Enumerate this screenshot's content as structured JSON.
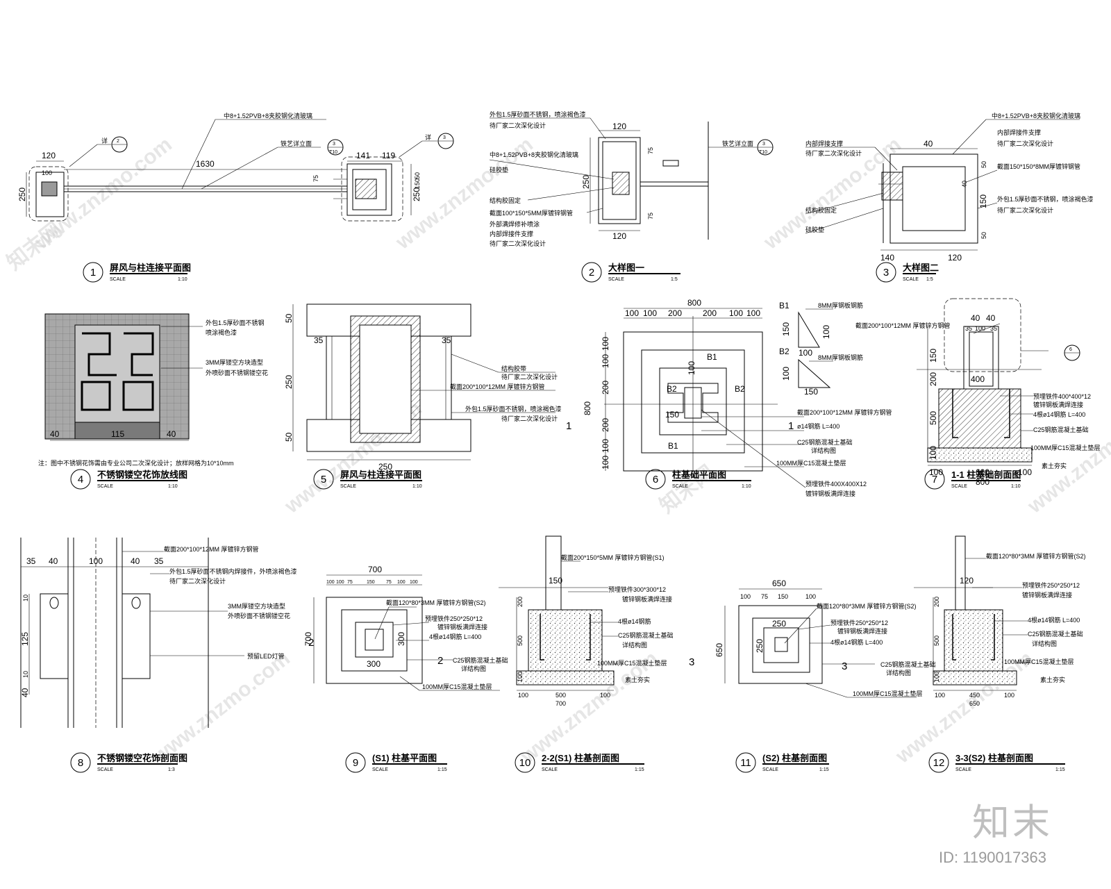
{
  "drawings": [
    {
      "num": "1",
      "title": "屏风与柱连接平面图",
      "scale_label": "SCALE",
      "scale": "1:10"
    },
    {
      "num": "2",
      "title": "大样图一",
      "scale_label": "SCALE",
      "scale": "1:5"
    },
    {
      "num": "3",
      "title": "大样图二",
      "scale_label": "SCALE",
      "scale": "1:5"
    },
    {
      "num": "4",
      "title": "不锈钢镂空花饰放线图",
      "scale_label": "SCALE",
      "scale": "1:10"
    },
    {
      "num": "5",
      "title": "屏风与柱连接平面图",
      "scale_label": "SCALE",
      "scale": "1:10"
    },
    {
      "num": "6",
      "title": "柱基础平面图",
      "scale_label": "SCALE",
      "scale": "1:10"
    },
    {
      "num": "7",
      "title": "1-1 柱基础剖面图",
      "scale_label": "SCALE",
      "scale": "1:10"
    },
    {
      "num": "8",
      "title": "不锈钢镂空花饰剖面图",
      "scale_label": "SCALE",
      "scale": "1:3"
    },
    {
      "num": "9",
      "title": "(S1) 柱基平面图",
      "scale_label": "SCALE",
      "scale": "1:15"
    },
    {
      "num": "10",
      "title": "2-2(S1) 柱基剖面图",
      "scale_label": "SCALE",
      "scale": "1:15"
    },
    {
      "num": "11",
      "title": "(S2) 柱基剖面图",
      "scale_label": "SCALE",
      "scale": "1:15"
    },
    {
      "num": "12",
      "title": "3-3(S2) 柱基剖面图",
      "scale_label": "SCALE",
      "scale": "1:15"
    }
  ],
  "d1": {
    "callout_left": "详",
    "ref_left": "2",
    "ref_right": "3",
    "ref_sheet": "T10",
    "glass": "中8+1.52PVB+8夹胶钢化清玻璃",
    "elev": "铁艺详立面",
    "dims": {
      "a": "120",
      "b": "100",
      "c": "1630",
      "d": "141",
      "e": "119",
      "f": "250",
      "g": "250",
      "h": "75",
      "i": "150",
      "j": "50"
    }
  },
  "d2": {
    "note1": "外包1.5厚砂面不锈钢，喷涂褐色漆",
    "note1b": "待厂家二次深化设计",
    "note2": "中8+1.52PVB+8夹胶钢化清玻璃",
    "note3": "硅胶垫",
    "note4": "结构胶固定",
    "note5": "截面100*150*5MM厚镀锌钢管",
    "note6": "外部满焊修补喷涂",
    "note7": "内部焊接件支撑",
    "note8": "待厂家二次深化设计",
    "elev": "铁艺详立面",
    "ref": "3",
    "ref_sheet": "T10",
    "dims": {
      "top": "120",
      "bot": "120",
      "h": "250",
      "s1": "75",
      "s2": "75"
    }
  },
  "d3": {
    "note1": "中8+1.52PVB+8夹胶钢化清玻璃",
    "note2": "内部焊接件支撑",
    "note3": "待厂家二次深化设计",
    "note4": "截面150*150*8MM厚镀锌钢管",
    "note5": "外包1.5厚砂面不锈钢，喷涂褐色漆",
    "note6": "待厂家二次深化设计",
    "note7": "内部焊接支撑",
    "note8": "待厂家二次深化设计",
    "note9": "结构胶固定",
    "note10": "硅胶垫",
    "dims": {
      "a": "140",
      "b": "120",
      "c": "150",
      "d": "40",
      "e": "40",
      "f": "50",
      "g": "50"
    }
  },
  "d4": {
    "note1": "外包1.5厚砂面不锈钢",
    "note1b": "喷涂褐色漆",
    "note2": "3MM厚镂空方块造型",
    "note2b": "外喷砂面不锈钢镂空花",
    "footnote": "注：图中不锈钢花饰需由专业公司二次深化设计；放样网格为10*10mm",
    "dims": {
      "a": "40",
      "b": "115",
      "c": "40"
    }
  },
  "d5": {
    "note1": "结构胶带",
    "note1b": "待厂家二次深化设计",
    "note2": "截面200*100*12MM 厚镀锌方钢管",
    "note3": "外包1.5厚砂面不锈钢，喷涂褐色漆",
    "note3b": "待厂家二次深化设计",
    "dims": {
      "w": "250",
      "h": "250",
      "t": "50",
      "b": "50",
      "s": "35",
      "s2": "35"
    }
  },
  "d6": {
    "top": "800",
    "sub": [
      "100",
      "100",
      "200",
      "200",
      "100",
      "100"
    ],
    "left": "800",
    "b1": "B1",
    "b2": "B2",
    "plate1": "8MM厚钢板钢筋",
    "plate2": "8MM厚钢板钢筋",
    "pipe": "截面200*100*12MM 厚镀锌方钢管",
    "rebar": "ø14钢筋 L=400",
    "c25": "C25钢筋混凝土基础",
    "c25b": "详结构图",
    "c15": "100MM厚C15混凝土垫层",
    "embed": "预埋铁件400X400X12",
    "embedb": "镀锌钢板满焊连接",
    "sec": "1",
    "dims": {
      "v150": "150",
      "v100": "100",
      "h150": "150",
      "h100": "100",
      "d150": "150",
      "d100": "100"
    }
  },
  "d7": {
    "pipe": "截面200*100*12MM 厚镀锌方钢管",
    "embed": "预埋铁件400*400*12",
    "embedb": "镀锌钢板满焊连接",
    "rebar": "4根ø14钢筋 L=400",
    "c25": "C25钢筋混凝土基础",
    "c15": "100MM厚C15混凝土垫层",
    "soil": "素土夯实",
    "ref": "6",
    "top": [
      "40",
      "40"
    ],
    "sub": [
      "35",
      "100",
      "35"
    ],
    "dims": {
      "a": "150",
      "b": "200",
      "c": "500",
      "d": "100",
      "e": "600",
      "f": "800",
      "g": "100",
      "h": "100",
      "i": "400"
    }
  },
  "d8": {
    "note1": "截面200*100*12MM 厚镀锌方钢管",
    "note2": "外包1.5厚砂面不锈钢内焊接件，外喷涂褐色漆",
    "note2b": "待厂家二次深化设计",
    "note3": "3MM厚镂空方块造型",
    "note3b": "外喷砂面不锈钢镂空花",
    "led": "预留LED灯管",
    "dims": {
      "a": "35",
      "b": "40",
      "c": "100",
      "d": "40",
      "e": "35",
      "f": "10",
      "g": "125",
      "h": "10",
      "i": "40"
    }
  },
  "d9": {
    "top": "700",
    "sub": [
      "100",
      "100",
      "75",
      "150",
      "75",
      "100",
      "100"
    ],
    "pipe": "截面120*80*3MM 厚镀锌方钢管(S2)",
    "embed": "预埋铁件250*250*12",
    "embedb": "镀锌钢板满焊连接",
    "rebar": "4根ø14钢筋 L=400",
    "c25": "C25钢筋混凝土基础",
    "c25b": "详结构图",
    "c15": "100MM厚C15混凝土垫层",
    "sec": "2",
    "left": "700",
    "dims": {
      "a": "300",
      "b": "300"
    }
  },
  "d10": {
    "pipe": "截面200*150*5MM 厚镀锌方钢管(S1)",
    "embed": "预埋铁件300*300*12",
    "embedb": "镀锌钢板满焊连接",
    "rebar": "4根ø14钢筋",
    "c25": "C25钢筋混凝土基础",
    "c25b": "详结构图",
    "c15": "100MM厚C15混凝土垫层",
    "soil": "素土夯实",
    "dims": {
      "a": "150",
      "b": "200",
      "c": "500",
      "d": "100",
      "e": "500",
      "f": "100",
      "g": "700",
      "h": "100"
    }
  },
  "d11": {
    "top": "650",
    "pipe": "截面120*80*3MM 厚镀锌方钢管(S2)",
    "embed": "预埋铁件250*250*12",
    "embedb": "镀锌钢板满焊连接",
    "rebar": "4根ø14钢筋 L=400",
    "c25": "C25钢筋混凝土基础",
    "c25b": "详结构图",
    "c15": "100MM厚C15混凝土垫层",
    "sec": "3",
    "left": "650",
    "dims": {
      "a": "250",
      "b": "250"
    }
  },
  "d12": {
    "pipe": "截面120*80*3MM 厚镀锌方钢管(S2)",
    "embed": "预埋铁件250*250*12",
    "embedb": "镀锌钢板满焊连接",
    "rebar": "4根ø14钢筋 L=400",
    "c25": "C25钢筋混凝土基础",
    "c25b": "详结构图",
    "c15": "100MM厚C15混凝土垫层",
    "soil": "素土夯实",
    "dims": {
      "a": "120",
      "b": "200",
      "c": "500",
      "d": "100",
      "e": "450",
      "f": "100",
      "g": "650",
      "h": "100"
    }
  },
  "watermark": {
    "site": "www.znzmo.com",
    "cn": "知末网"
  },
  "brand": "知末",
  "image_id": "ID: 1190017363"
}
